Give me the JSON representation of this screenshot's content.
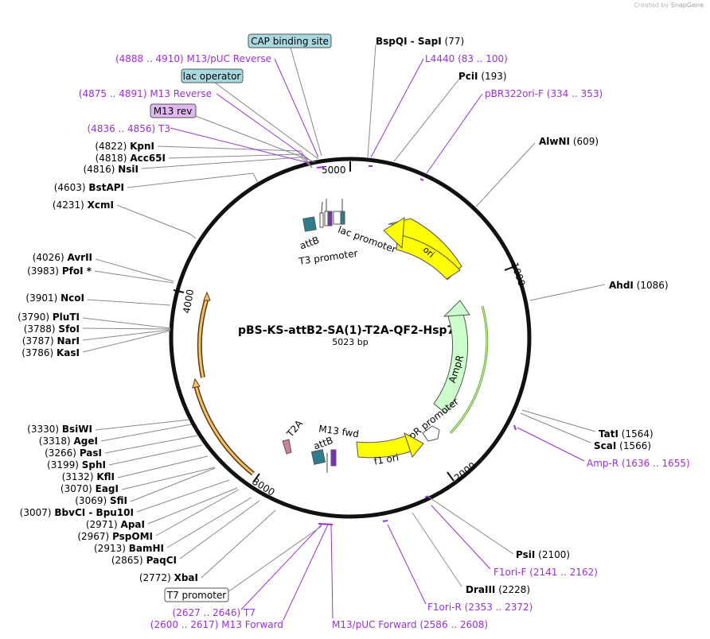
{
  "brand": {
    "created_by": "Created by",
    "app": "SnapGene"
  },
  "plasmid": {
    "name": "pBS-KS-attB2-SA(1)-T2A-QF2-Hsp70",
    "size": "5023 bp"
  },
  "ticks": [
    "5000",
    "1000",
    "2000",
    "3000",
    "4000"
  ],
  "colors": {
    "backbone": "#111111",
    "primer": "#9b30d9",
    "ori": "#ffff00",
    "ampr": "#ccffcc",
    "f1ori": "#ffff00",
    "attB": "#2e7d8c",
    "t2a": "#c9839b",
    "orange_feature": "#f5c16c",
    "box_blue": "#a8d8e0",
    "box_purple": "#e0b8f0"
  },
  "sites_left": [
    {
      "pos": "(4822)",
      "name": "KpnI"
    },
    {
      "pos": "(4818)",
      "name": "Acc65I"
    },
    {
      "pos": "(4816)",
      "name": "NsiI"
    },
    {
      "pos": "(4603)",
      "name": "BstAPI"
    },
    {
      "pos": "(4231)",
      "name": "XcmI"
    },
    {
      "pos": "(4026)",
      "name": "AvrII"
    },
    {
      "pos": "(3983)",
      "name": "PfoI *"
    },
    {
      "pos": "(3901)",
      "name": "NcoI"
    },
    {
      "pos": "(3790)",
      "name": "PluTI"
    },
    {
      "pos": "(3788)",
      "name": "SfoI"
    },
    {
      "pos": "(3787)",
      "name": "NarI"
    },
    {
      "pos": "(3786)",
      "name": "KasI"
    },
    {
      "pos": "(3330)",
      "name": "BsiWI"
    },
    {
      "pos": "(3318)",
      "name": "AgeI"
    },
    {
      "pos": "(3266)",
      "name": "PasI"
    },
    {
      "pos": "(3199)",
      "name": "SphI"
    },
    {
      "pos": "(3132)",
      "name": "KflI"
    },
    {
      "pos": "(3070)",
      "name": "EagI"
    },
    {
      "pos": "(3069)",
      "name": "SfiI"
    },
    {
      "pos": "(3007)",
      "name": "BbvCI  - Bpu10I"
    },
    {
      "pos": "(2971)",
      "name": "ApaI"
    },
    {
      "pos": "(2967)",
      "name": "PspOMI"
    },
    {
      "pos": "(2913)",
      "name": "BamHI"
    },
    {
      "pos": "(2865)",
      "name": "PaqCI"
    },
    {
      "pos": "(2772)",
      "name": "XbaI"
    }
  ],
  "sites_right": [
    {
      "name": "BspQI  - SapI",
      "pos": "(77)"
    },
    {
      "name": "PciI",
      "pos": "(193)"
    },
    {
      "name": "AlwNI",
      "pos": "(609)"
    },
    {
      "name": "AhdI",
      "pos": "(1086)"
    },
    {
      "name": "TatI",
      "pos": "(1564)"
    },
    {
      "name": "ScaI",
      "pos": "(1566)"
    },
    {
      "name": "PsiI",
      "pos": "(2100)"
    },
    {
      "name": "DraIII",
      "pos": "(2228)"
    }
  ],
  "primers": {
    "m13puc_reverse": {
      "range": "(4888 .. 4910)",
      "name": "M13/pUC Reverse"
    },
    "m13_reverse": {
      "range": "(4875 .. 4891)",
      "name": "M13 Reverse"
    },
    "t3": {
      "range": "(4836 .. 4856)",
      "name": "T3"
    },
    "l4440": {
      "name": "L4440",
      "range": "(83 .. 100)"
    },
    "pbr322ori_f": {
      "name": "pBR322ori-F",
      "range": "(334 .. 353)"
    },
    "amp_r": {
      "name": "Amp-R",
      "range": "(1636 .. 1655)"
    },
    "f1ori_f": {
      "name": "F1ori-F",
      "range": "(2141 .. 2162)"
    },
    "f1ori_r": {
      "name": "F1ori-R",
      "range": "(2353 .. 2372)"
    },
    "t7": {
      "range": "(2627 .. 2646)",
      "name": "T7"
    },
    "m13_forward": {
      "range": "(2600 .. 2617)",
      "name": "M13 Forward"
    },
    "m13puc_forward": {
      "name": "M13/pUC Forward",
      "range": "(2586 .. 2608)"
    }
  },
  "boxes": {
    "cap": "CAP binding site",
    "lac_operator": "lac operator",
    "m13_rev": "M13 rev",
    "t7_promoter": "T7 promoter"
  },
  "features": {
    "attb_top": "attB",
    "lac_promoter": "lac promoter",
    "t3_promoter": "T3 promoter",
    "ori": "ori",
    "ampr": "AmpR",
    "ampr_promoter": "AmpR promoter",
    "f1_ori": "f1 ori",
    "m13_fwd": "M13 fwd",
    "attb_bottom": "attB",
    "t2a": "T2A"
  }
}
